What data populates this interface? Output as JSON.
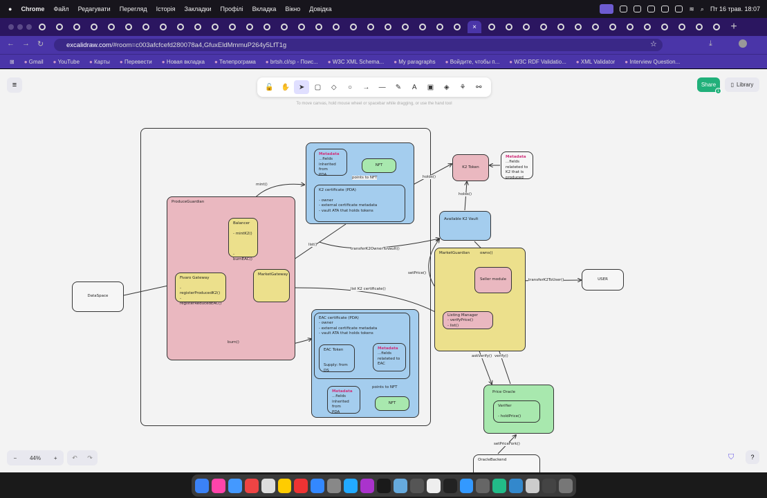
{
  "menubar": {
    "app": "Chrome",
    "items": [
      "Файл",
      "Редагувати",
      "Перегляд",
      "Історія",
      "Закладки",
      "Профілі",
      "Вкладка",
      "Вікно",
      "Довідка"
    ],
    "clock": "Пт 16 трав.  18:07"
  },
  "tabs": {
    "icons": [
      "github-icon",
      "github-icon",
      "github-icon",
      "github-icon",
      "github-icon",
      "github-icon",
      "doc-icon",
      "doc-icon",
      "triangle-icon",
      "s-icon",
      "notion-icon",
      "red-icon",
      "github-icon",
      "github-icon",
      "slash-icon",
      "youtube-icon",
      "globe-icon",
      "tree-icon",
      "folder-icon",
      "spotify-icon",
      "youtube-icon",
      "doc-icon",
      "github-icon",
      "chat-icon",
      "excalidraw-icon"
    ],
    "active_close": "×",
    "after": [
      "minus-icon",
      "globe-icon",
      "globe-icon",
      "list-icon",
      "list-icon",
      "list-icon",
      "gmail-icon",
      "gmail-icon",
      "ts-icon",
      "doc-icon",
      "shield-icon",
      "circle-icon",
      "list-icon",
      "gear-icon"
    ],
    "new_tab": "+"
  },
  "address": {
    "host": "excalidraw.com",
    "path": "/#room=c003afcfcefd280078a4,GfuxEldMmmuP264y5LfT1g"
  },
  "bookmarks": [
    "Gmail",
    "YouTube",
    "Карты",
    "Перевести",
    "Новая вкладка",
    "Телепрограма",
    "brtsh.cl/sp - Поис...",
    "W3C XML Schema...",
    "My paragraphs",
    "Войдите, чтобы п...",
    "W3C RDF Validatio...",
    "XML Validator",
    "Interview Question..."
  ],
  "excalidraw": {
    "hint": "To move canvas, hold mouse wheel or spacebar while dragging, or use the hand tool",
    "share": "Share",
    "share_badge": "1",
    "library": "Library",
    "zoom": "44%",
    "zoom_minus": "−",
    "zoom_plus": "+",
    "tools": [
      {
        "icon": "lock-icon",
        "g": "🔓"
      },
      {
        "icon": "hand-icon",
        "g": "✋"
      },
      {
        "icon": "pointer-icon",
        "g": "➤"
      },
      {
        "icon": "rectangle-icon",
        "g": "▢"
      },
      {
        "icon": "diamond-icon",
        "g": "◇"
      },
      {
        "icon": "ellipse-icon",
        "g": "○"
      },
      {
        "icon": "arrow-icon",
        "g": "→"
      },
      {
        "icon": "line-icon",
        "g": "—"
      },
      {
        "icon": "pencil-icon",
        "g": "✎"
      },
      {
        "icon": "text-icon",
        "g": "A"
      },
      {
        "icon": "image-icon",
        "g": "▣"
      },
      {
        "icon": "eraser-icon",
        "g": "◈"
      },
      {
        "icon": "shapes-icon",
        "g": "⚘"
      },
      {
        "icon": "link-icon",
        "g": "⚯"
      }
    ]
  },
  "diagram": {
    "produce_guardian": "ProduceGuardian",
    "balancer": "Balancer\n\n- mintK2()\n\n\n\n- burnEAC()",
    "fivaro": "Fivaro Gateway\n\n- registerProducedK2()\n- registerReducedEAC()",
    "market_gateway": "MarketGateway",
    "dataspace": "DataSpace",
    "metadata": "Metadata",
    "meta_top": "...fields\ninherited from\nPDA",
    "nft": "NFT",
    "points_to_nft": "points to NFT",
    "k2cert": "K2 certificate (PDA)\n\n- owner\n- external certificate metadata\n- vault ATA that holds tokens",
    "k2token": "K2 Token",
    "meta_k2": "...fields\nrelateted to\nK2 that is\nproduced",
    "vault": "Available K2 Vault",
    "market_guardian": "MarketGuardian",
    "seller": "Seller module",
    "listing": "Listing Manager\n- verifyPrice()\n- list()",
    "user": "USER",
    "eac_cert": "EAC certificate (PDA)\n- owner\n- external certificate metadata\n- vault ATA that holds tokens",
    "eac_token": "EAC Token\n\n\nSupply: from DS",
    "meta_eac": "...fields\nrelateted to\nEAC",
    "meta_bottom": "...fields\ninherited from\nPDA",
    "price_oracle": "Price Oracle",
    "verifier": "Verifier\n\n- holdPrice()",
    "oracle_backend": "OracleBackend",
    "labels": {
      "mint": "mint()",
      "burn": "burn()",
      "list": "list()",
      "transfer_vault": "transferK2OwnerToVault()",
      "holds1": "holds()",
      "holds2": "holds()",
      "owns": "owns()",
      "set_price": "setPrice()",
      "list_k2": "list K2 certificate()",
      "transfer_user": "transferK2ToUser()",
      "ask_verify": "askVerify()",
      "verify": "verify()",
      "set_price_fork": "setPriceFork()"
    }
  }
}
